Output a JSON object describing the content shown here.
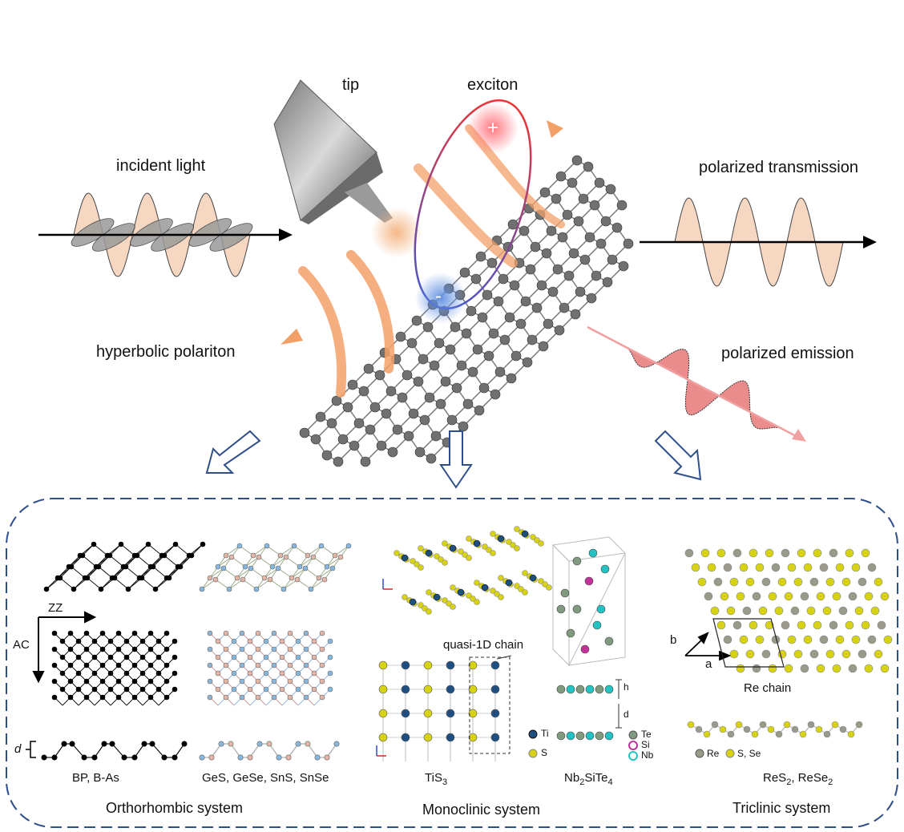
{
  "top": {
    "tip": "tip",
    "exciton": "exciton",
    "incident_light": "incident light",
    "polarized_transmission": "polarized transmission",
    "hyperbolic_polariton": "hyperbolic polariton",
    "polarized_emission": "polarized emission",
    "plus": "+",
    "minus": "-"
  },
  "ortho": {
    "zz": "ZZ",
    "ac": "AC",
    "d": "d",
    "mat1": "BP, B-As",
    "mat2": "GeS, GeSe, SnS, SnSe",
    "system": "Orthorhombic system"
  },
  "mono": {
    "quasi": "quasi-1D chain",
    "ti": "Ti",
    "s": "S",
    "te": "Te",
    "si": "Si",
    "nb": "Nb",
    "h": "h",
    "d": "d",
    "tis3_base": "TiS",
    "tis3_sub": "3",
    "nb_a": "Nb",
    "nb_sub1": "2",
    "nb_b": "SiTe",
    "nb_sub2": "4",
    "system": "Monoclinic system"
  },
  "tri": {
    "b": "b",
    "a": "a",
    "re_chain": "Re chain",
    "re": "Re",
    "sse": "S, Se",
    "res_a": "ReS",
    "res_sub1": "2",
    "res_b": ", ReSe",
    "res_sub2": "2",
    "system": "Triclinic system"
  },
  "colors": {
    "frame": "#2f4f8a",
    "arrow": "#2f4f8a",
    "wave_fill": "#f6d7c2",
    "wave_line": "#000000",
    "atom": "#666666",
    "exciton_pos": "#e6434f",
    "exciton_neg": "#4a7fd0",
    "polariton": "#f3a068",
    "emission": "#e98080",
    "ti": "#1f4f80",
    "s": "#d8d214",
    "te": "#7f9a7f",
    "si": "#c0329a",
    "nb": "#23c3c3",
    "re": "#9a9a8a",
    "pink": "#e3b5a6",
    "blue": "#86b8df"
  }
}
